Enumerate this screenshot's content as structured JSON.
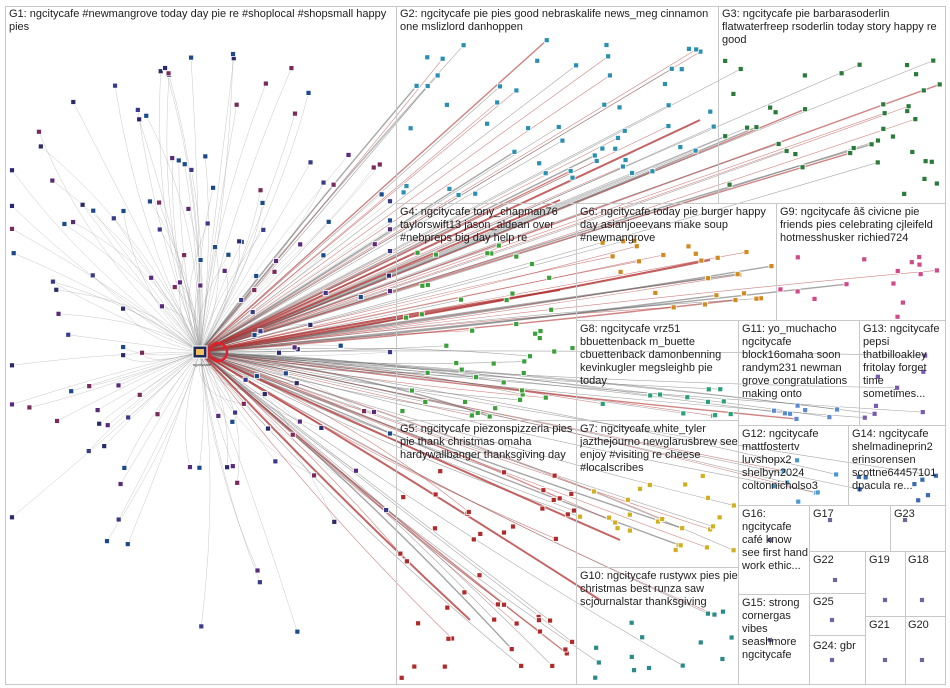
{
  "groups": [
    {
      "id": "G1",
      "label": "G1: ngcitycafe #newmangrove today day pie re #shoplocal #shopsmall happy pies"
    },
    {
      "id": "G2",
      "label": "G2: ngcitycafe pie pies good nebraskalife news_meg cinnamon one mslizlord danhoppen"
    },
    {
      "id": "G3",
      "label": "G3: ngcitycafe pie barbarasoderlin flatwaterfreep rsoderlin today story happy re good"
    },
    {
      "id": "G4",
      "label": "G4: ngcitycafe tony_chapman76 taylorswift13 jason_aldean over #nebpreps big day help re"
    },
    {
      "id": "G5",
      "label": "G5: ngcitycafe piezonspizzeria pies pie thank christmas omaha hardywallbanger thanksgiving day"
    },
    {
      "id": "G6",
      "label": "G6: ngcitycafe today pie burger happy day asianjoeevans make soup #newmangrove"
    },
    {
      "id": "G7",
      "label": "G7: ngcitycafe white_tyler jazthejourno newglarusbrew see enjoy #visiting re cheese #localscribes"
    },
    {
      "id": "G8",
      "label": "G8: ngcitycafe vrz51 bbuettenback m_buette cbuettenback damonbenning kevinkugler megsleighb pie today"
    },
    {
      "id": "G9",
      "label": "G9: ngcitycafe âš civicne pie friends pies celebrating cjleifeld hotmesshusker richied724"
    },
    {
      "id": "G10",
      "label": "G10: ngcitycafe rustywx pies pie christmas best runza saw scjournalstar thanksgiving"
    },
    {
      "id": "G11",
      "label": "G11: yo_muchacho ngcitycafe block16omaha soon randym231 newman grove congratulations making onto"
    },
    {
      "id": "G12",
      "label": "G12: ngcitycafe mattfostertv luvshopx2 shelbyn2024 coltonnicholso3"
    },
    {
      "id": "G13",
      "label": "G13: ngcitycafe pepsi thatbilloakley fritolay forget time sometimes..."
    },
    {
      "id": "G14",
      "label": "G14: ngcitycafe shelmadineprin2 erinsorensen scottne64457101 dpacula re..."
    },
    {
      "id": "G15",
      "label": "G15: strong cornergas vibes seashmore ngcitycafe"
    },
    {
      "id": "G16",
      "label": "G16: ngcitycafe café know see first hand work ethic..."
    },
    {
      "id": "G17",
      "label": "G17"
    },
    {
      "id": "G18",
      "label": "G18"
    },
    {
      "id": "G19",
      "label": "G19"
    },
    {
      "id": "G20",
      "label": "G20"
    },
    {
      "id": "G21",
      "label": "G21"
    },
    {
      "id": "G22",
      "label": "G22"
    },
    {
      "id": "G23",
      "label": "G23"
    },
    {
      "id": "G24",
      "label": "G24: gbr"
    },
    {
      "id": "G25",
      "label": "G25"
    }
  ],
  "hub": {
    "name": "ngcitycafe"
  },
  "colors": {
    "edge": "#9a9a9a",
    "self_loop": "#e0202a",
    "red_edge": "#b03030",
    "group_border": "#c8c8c8",
    "g1_node": "#2a2a6a",
    "g2_node": "#2a8fb0",
    "g3_node": "#2a7a3a",
    "g4_node": "#3aa03a",
    "g5_node": "#b02a2a",
    "g6_node": "#d08a20",
    "g7_node": "#d0b020"
  }
}
